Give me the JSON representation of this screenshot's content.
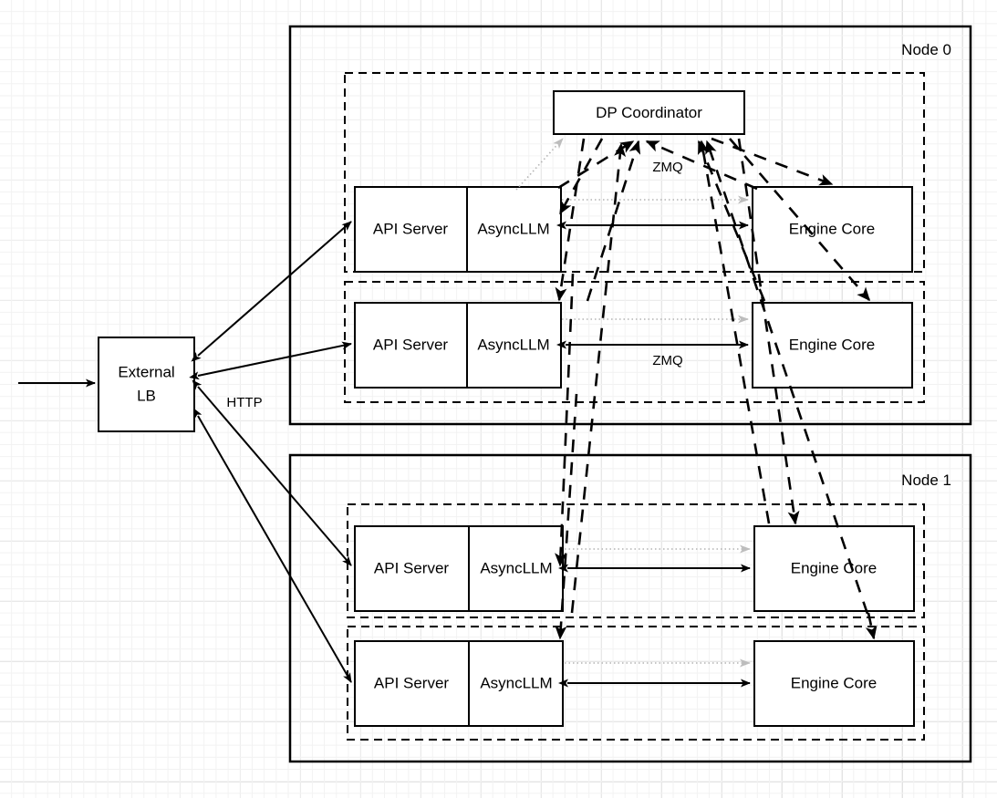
{
  "diagram": {
    "title_nodes": [
      {
        "id": "node0",
        "label": "Node 0"
      },
      {
        "id": "node1",
        "label": "Node 1"
      }
    ],
    "external_lb": {
      "line1": "External",
      "line2": "LB"
    },
    "coordinator": {
      "label": "DP Coordinator"
    },
    "edge_labels": {
      "http": "HTTP",
      "zmq_top": "ZMQ",
      "zmq_bottom": "ZMQ"
    },
    "replicas": [
      {
        "id": "node0-replica0",
        "node": "Node 0",
        "api_server": "API Server",
        "async_llm": "AsyncLLM",
        "engine_core": "Engine Core"
      },
      {
        "id": "node0-replica1",
        "node": "Node 0",
        "api_server": "API Server",
        "async_llm": "AsyncLLM",
        "engine_core": "Engine Core"
      },
      {
        "id": "node1-replica0",
        "node": "Node 1",
        "api_server": "API Server",
        "async_llm": "AsyncLLM",
        "engine_core": "Engine Core"
      },
      {
        "id": "node1-replica1",
        "node": "Node 1",
        "api_server": "API Server",
        "async_llm": "AsyncLLM",
        "engine_core": "Engine Core"
      }
    ],
    "colors": {
      "stroke": "#000000",
      "background": "#ffffff",
      "grid_minor": "#f2f2f2",
      "grid_major": "#e2e2e2",
      "dotted_edge": "#b3b3b3"
    }
  }
}
